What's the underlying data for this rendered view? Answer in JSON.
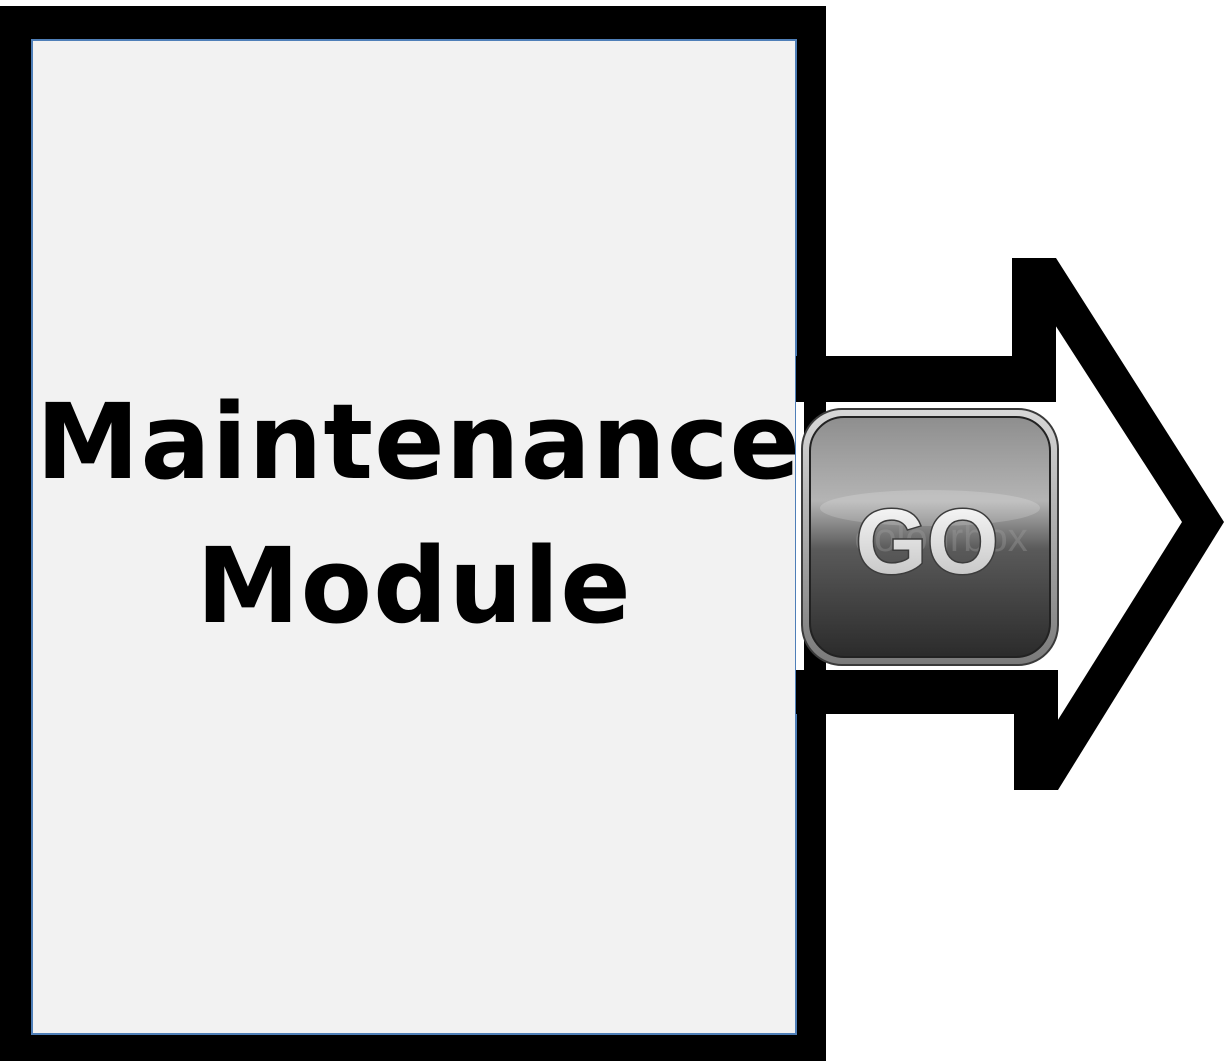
{
  "module": {
    "line1": "Maintenance",
    "line2": "Module"
  },
  "go_button": {
    "label": "GO",
    "watermark": "colourbox"
  },
  "colors": {
    "outline": "#000000",
    "module_fill": "#f2f2f2",
    "module_inner_border": "#4f7fb8",
    "background": "#ffffff"
  }
}
